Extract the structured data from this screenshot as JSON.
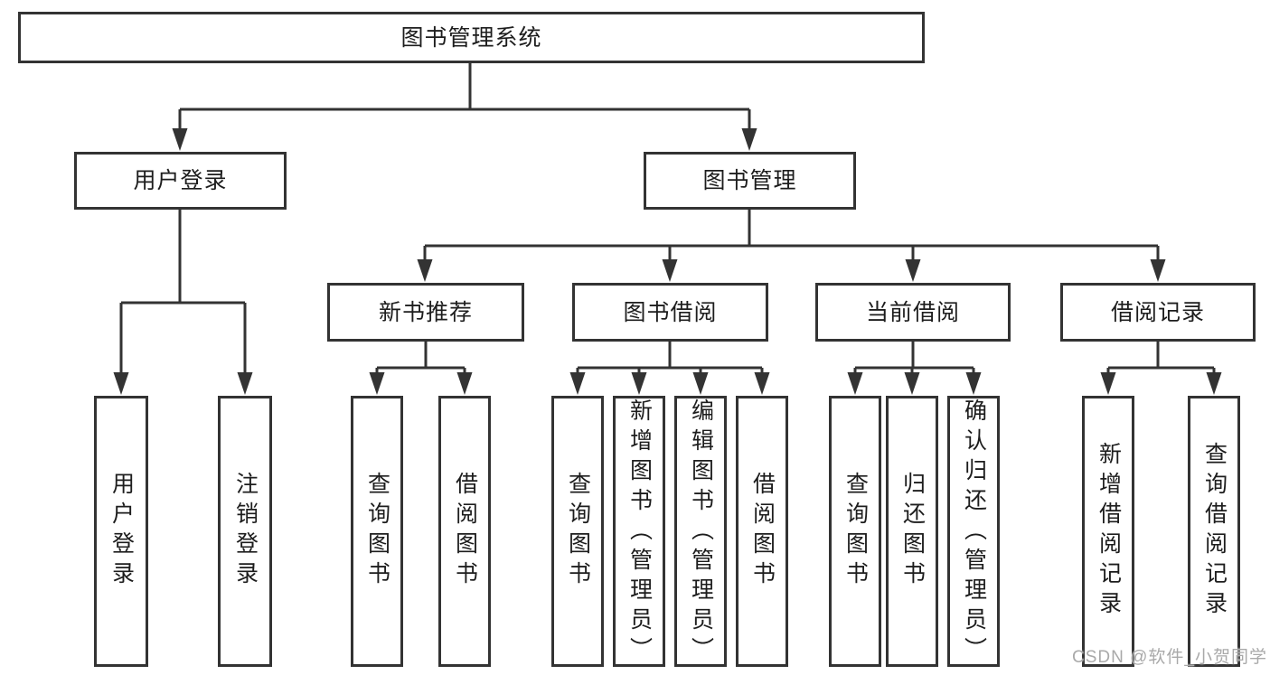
{
  "diagram": {
    "root": {
      "label": "图书管理系统"
    },
    "level2": [
      {
        "label": "用户登录"
      },
      {
        "label": "图书管理"
      }
    ],
    "level3": [
      {
        "label": "新书推荐"
      },
      {
        "label": "图书借阅"
      },
      {
        "label": "当前借阅"
      },
      {
        "label": "借阅记录"
      }
    ],
    "leaves": [
      {
        "label": "用户登录"
      },
      {
        "label": "注销登录"
      },
      {
        "label": "查询图书"
      },
      {
        "label": "借阅图书"
      },
      {
        "label": "查询图书"
      },
      {
        "label": "新增图书（管理员）"
      },
      {
        "label": "编辑图书（管理员）"
      },
      {
        "label": "借阅图书"
      },
      {
        "label": "查询图书"
      },
      {
        "label": "归还图书"
      },
      {
        "label": "确认归还（管理员）"
      },
      {
        "label": "新增借阅记录"
      },
      {
        "label": "查询借阅记录"
      }
    ]
  },
  "watermark": "CSDN @软件_小贺同学",
  "colors": {
    "line": "#333333",
    "border": "#333333",
    "text": "#1d1d1d",
    "watermark": "#a9a9a9",
    "background": "#ffffff"
  }
}
